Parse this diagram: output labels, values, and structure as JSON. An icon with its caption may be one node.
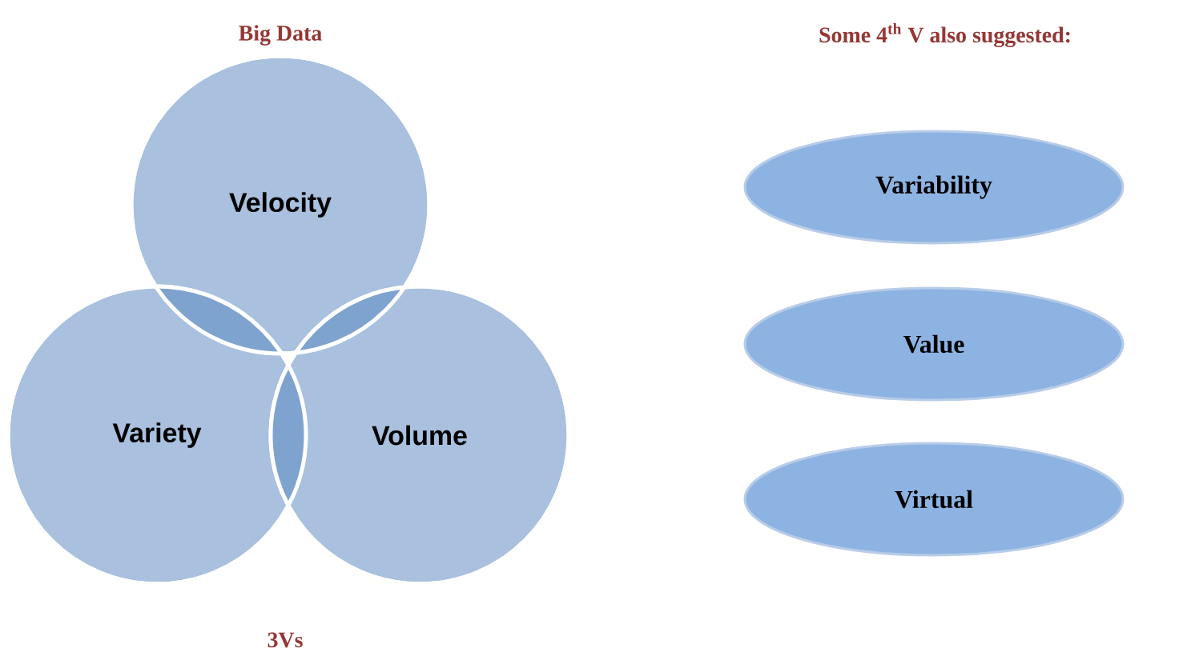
{
  "diagram": {
    "title": "Big Data",
    "caption": "3Vs",
    "nodes": [
      {
        "text": [
          "Velocity"
        ]
      },
      {
        "text": [
          "Variety"
        ]
      },
      {
        "text": [
          "Volume"
        ]
      },
      {
        "text": [
          "Variability"
        ]
      },
      {
        "text": [
          "Value"
        ]
      },
      {
        "text": [
          "Virtual"
        ]
      }
    ],
    "labels": [
      "Some 4$^{th}$ V also suggested:"
    ]
  }
}
